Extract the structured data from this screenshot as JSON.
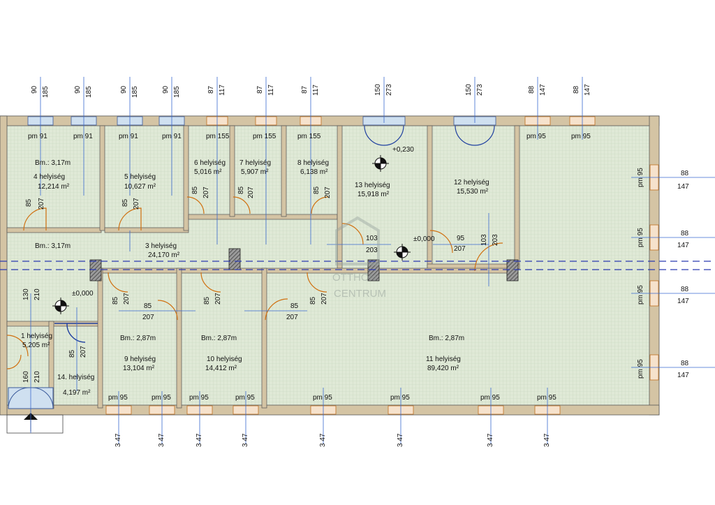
{
  "top_dims": [
    {
      "a": "90",
      "b": "185"
    },
    {
      "a": "90",
      "b": "185"
    },
    {
      "a": "90",
      "b": "185"
    },
    {
      "a": "90",
      "b": "185"
    },
    {
      "a": "87",
      "b": "117"
    },
    {
      "a": "87",
      "b": "117"
    },
    {
      "a": "87",
      "b": "117"
    },
    {
      "a": "150",
      "b": "273"
    },
    {
      "a": "150",
      "b": "273"
    },
    {
      "a": "88",
      "b": "147"
    },
    {
      "a": "88",
      "b": "147"
    }
  ],
  "right_dims": [
    {
      "a": "88",
      "b": "147"
    },
    {
      "a": "88",
      "b": "147"
    },
    {
      "a": "88",
      "b": "147"
    },
    {
      "a": "88",
      "b": "147"
    }
  ],
  "bottom_dims": [
    "3 47",
    "3 47",
    "3 47",
    "3 47",
    "3 47",
    "3 47",
    "3 47",
    "3 47"
  ],
  "top_window_labels": [
    "pm 91",
    "pm 91",
    "pm 91",
    "pm 91",
    "pm 155",
    "pm 155",
    "pm 155",
    "pm 95",
    "pm 95"
  ],
  "right_window_labels": [
    "pm 95",
    "pm 95",
    "pm 95",
    "pm 95"
  ],
  "bottom_window_labels": [
    "pm 95",
    "pm 95",
    "pm 95",
    "pm 95",
    "pm 95",
    "pm 95",
    "pm 95",
    "pm 95"
  ],
  "rooms": {
    "r4": {
      "height": "Bm.: 3,17m",
      "name": "4 helyiség",
      "area": "12,214 m²"
    },
    "r5": {
      "name": "5 helyiség",
      "area": "10,627 m²"
    },
    "r6": {
      "name": "6 helyiség",
      "area": "5,016 m²"
    },
    "r7": {
      "name": "7 helyiség",
      "area": "5,907 m²"
    },
    "r8": {
      "name": "8 helyiség",
      "area": "6,138 m²"
    },
    "r13": {
      "name": "13 helyiség",
      "area": "15,918 m²"
    },
    "r12": {
      "name": "12 helyiség",
      "area": "15,530 m²"
    },
    "r3": {
      "height": "Bm.: 3,17m",
      "name": "3 helyiség",
      "area": "24,170 m²"
    },
    "r1": {
      "name": "1 helyiség",
      "area": "5,205 m²"
    },
    "r14": {
      "name": "14. helyiség",
      "area": "4,197 m²"
    },
    "r9": {
      "height": "Bm.: 2,87m",
      "name": "9 helyiség",
      "area": "13,104 m²"
    },
    "r10": {
      "height": "Bm.: 2,87m",
      "name": "10 helyiség",
      "area": "14,412 m²"
    },
    "r11": {
      "height": "Bm.: 2,87m",
      "name": "11 helyiség",
      "area": "89,420 m²"
    }
  },
  "levels": {
    "upper": "+0,230",
    "left": "±0,000",
    "center": "±0,000"
  },
  "door_dims": {
    "d4": {
      "a": "85",
      "b": "207"
    },
    "d5": {
      "a": "85",
      "b": "207"
    },
    "d6": {
      "a": "85",
      "b": "207"
    },
    "d7": {
      "a": "85",
      "b": "207"
    },
    "d8": {
      "a": "85",
      "b": "207"
    },
    "d13": {
      "a": "103",
      "b": "203"
    },
    "d12a": {
      "a": "95",
      "b": "207"
    },
    "d12b": {
      "a": "103",
      "b": "203"
    },
    "d9v": {
      "a": "85",
      "b": "207"
    },
    "d9h": {
      "a": "85",
      "b": "207"
    },
    "d10v": {
      "a": "85",
      "b": "207"
    },
    "d11v": {
      "a": "85",
      "b": "207"
    },
    "d11h": {
      "a": "85",
      "b": "207"
    },
    "d1": {
      "a": "130",
      "b": "210"
    },
    "d14": {
      "a": "85",
      "b": "207"
    },
    "dentry": {
      "a": "160",
      "b": "210"
    }
  },
  "watermark": {
    "line1": "OTTHON",
    "line2": "CENTRUM"
  }
}
